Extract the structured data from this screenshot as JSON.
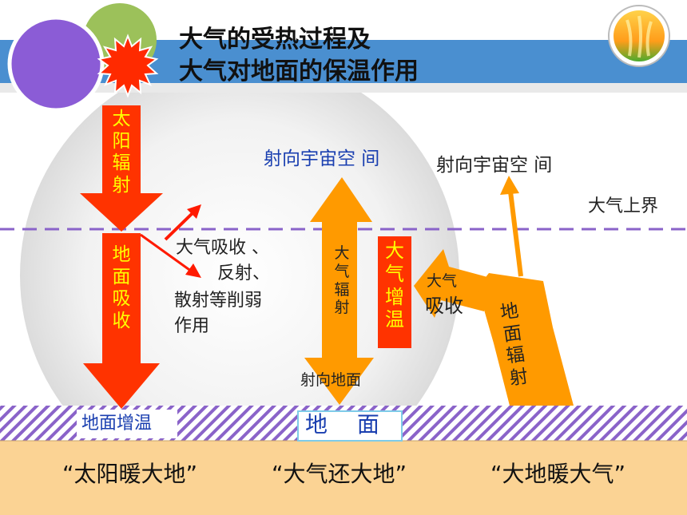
{
  "title": {
    "line1": "大气的受热过程及",
    "line2": "大气对地面的保温作用"
  },
  "labels": {
    "solar_radiation": "太\n阳\n辐\n射",
    "ground_absorb": "地\n面\n吸\n收",
    "atmosphere_effect_1": "大气吸收 、",
    "atmosphere_effect_2": "反射、",
    "atmosphere_effect_3": "散射等削弱",
    "atmosphere_effect_4": "作用",
    "to_space_blue": "射向宇宙空 间",
    "to_space_black": "射向宇宙空 间",
    "atmosphere_top": "大气上界",
    "atmo_radiation": "大\n气\n辐\n射",
    "atmo_warming": "大\n气\n增\n温",
    "atmo_absorb_1": "大气",
    "atmo_absorb_2": "吸收",
    "ground_radiation": "地\n面\n辐\n射",
    "to_ground": "射向地面",
    "ground_warming": "地面增温",
    "ground": "地　 面"
  },
  "slogans": {
    "sun_warms_earth": "“太阳暖大地”",
    "atmo_returns_earth": "“大气还大地”",
    "earth_warms_atmo": "“大地暖大气”"
  },
  "colors": {
    "title_band": "#4a8fd0",
    "purple_circle": "#8b5cd6",
    "green_circle": "#9cc15a",
    "sun": "#ff2a00",
    "red_arrow": "#ff3300",
    "orange_arrow": "#ff9a00",
    "atmo_line": "#8a63c9",
    "ground_band": "#fbd394",
    "hatch": "#8a63c9",
    "blue_text": "#1a3fb0",
    "yellow_text": "#ffff00"
  }
}
